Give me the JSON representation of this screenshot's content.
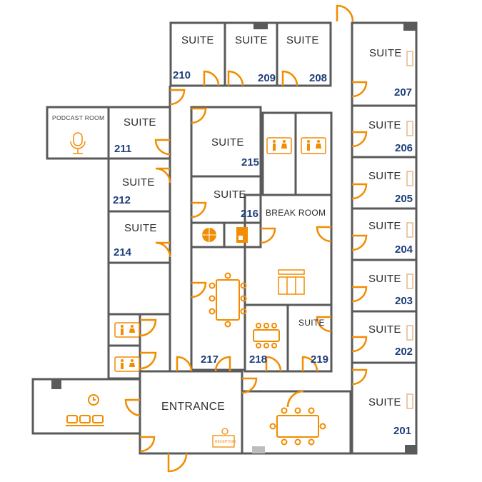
{
  "colors": {
    "wall": "#5a5a5a",
    "door": "#f28c00",
    "number": "#1e3f7a",
    "text": "#2b2b2b"
  },
  "labels": {
    "suite": "SUITE",
    "podcast_room": "PODCAST ROOM",
    "break_room": "BREAK ROOM",
    "entrance": "ENTRANCE",
    "reception": "RECEPTION"
  },
  "rooms": {
    "r201": "201",
    "r202": "202",
    "r203": "203",
    "r204": "204",
    "r205": "205",
    "r206": "206",
    "r207": "207",
    "r208": "208",
    "r209": "209",
    "r210": "210",
    "r211": "211",
    "r212": "212",
    "r214": "214",
    "r215": "215",
    "r216": "216",
    "r217": "217",
    "r218": "218",
    "r219": "219"
  },
  "icons": [
    "restroom-icon",
    "microphone-icon",
    "clock-icon",
    "waiting-chairs-icon",
    "reception-desk-icon",
    "conference-table-icon",
    "kitchen-icon",
    "basketball-icon",
    "vending-icon"
  ]
}
